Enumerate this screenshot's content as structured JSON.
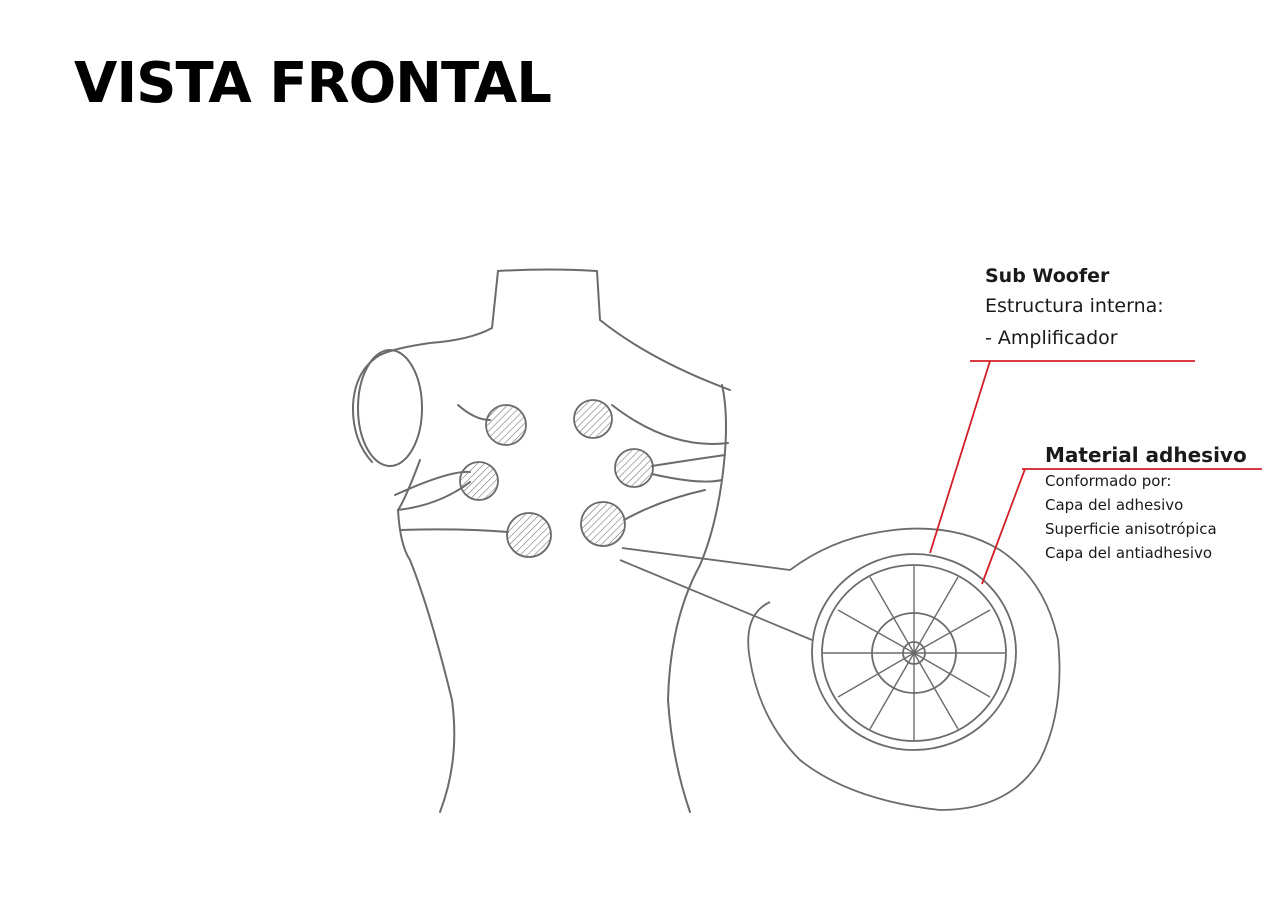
{
  "title": "VISTA FRONTAL",
  "callouts": {
    "sub_woofer": {
      "heading": "Sub Woofer",
      "lines": [
        "Estructura interna:",
        "- Amplificador"
      ]
    },
    "material_adhesivo": {
      "heading": "Material adhesivo",
      "lines": [
        "Conformado por:",
        "Capa del adhesivo",
        "Superficie anisotrópica",
        "Capa del antiadhesivo"
      ]
    }
  },
  "colors": {
    "sketch_stroke": "#6b6b6b",
    "leader_line": "#d21f26",
    "text": "#1a1a1a"
  }
}
